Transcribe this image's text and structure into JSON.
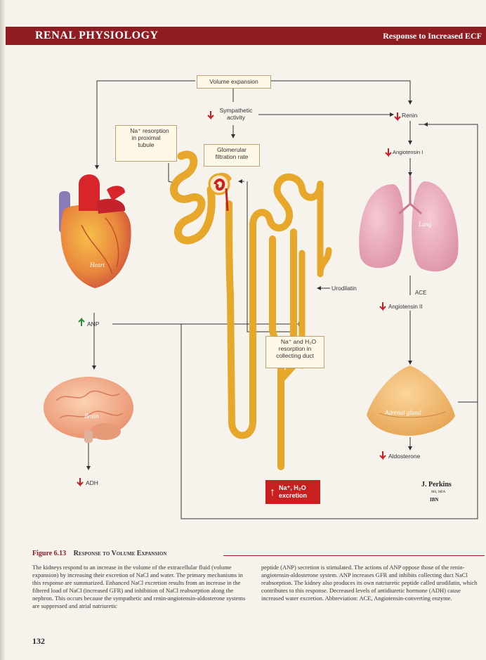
{
  "header": {
    "left": "RENAL PHYSIOLOGY",
    "right": "Response to Increased ECF"
  },
  "diagram": {
    "volume_expansion": "Volume expansion",
    "sympathetic": [
      "Sympathetic",
      "activity"
    ],
    "renin": "Renin",
    "na_resorption": [
      "Na⁺ resorption",
      "in proximal",
      "tubule"
    ],
    "gfr": [
      "Glomerular",
      "filtration rate"
    ],
    "angiotensin1": "Angiotensin I",
    "lung": "Lung",
    "heart": "Heart",
    "urodilatin": "Urodilatin",
    "ace": "ACE",
    "angiotensin2": "Angiotensin II",
    "anp": "ANP",
    "collecting": [
      "Na⁺ and H₂O",
      "resorption in",
      "collecting duct"
    ],
    "brain": "Brain",
    "adrenal": "Adrenal gland",
    "aldosterone": "Aldosterone",
    "adh": "ADH",
    "excretion": [
      "Na⁺, H₂O",
      "excretion"
    ]
  },
  "signature": {
    "name": "J. Perkins",
    "cred": "MS, MFA",
    "logo": "IBN"
  },
  "figure": {
    "number": "Figure 6.13",
    "title": "Response to Volume Expansion"
  },
  "caption": {
    "col1": "The kidneys respond to an increase in the volume of the extracellular fluid (volume expansion) by increasing their excretion of NaCl and water. The primary mechanisms in this response are summarized. Enhanced NaCl excretion results from an increase in the filtered load of NaCl (increased GFR) and inhibition of NaCl reabsorption along the nephron. This occurs because the sympathetic and renin-angiotensin-aldosterone systems are suppressed and atrial natriuretic",
    "col2": "peptide (ANP) secretion is stimulated. The actions of ANP oppose those of the renin-angiotensin-aldosterone system. ANP increases GFR and inhibits collecting duct NaCl reabsorption. The kidney also produces its own natriuretic peptide called urodilatin, which contributes to this response. Decreased levels of antidiuretic hormone (ADH) cause increased water excretion. Abbreviation: ACE, Angiotensin-converting enzyme."
  },
  "page_number": "132"
}
